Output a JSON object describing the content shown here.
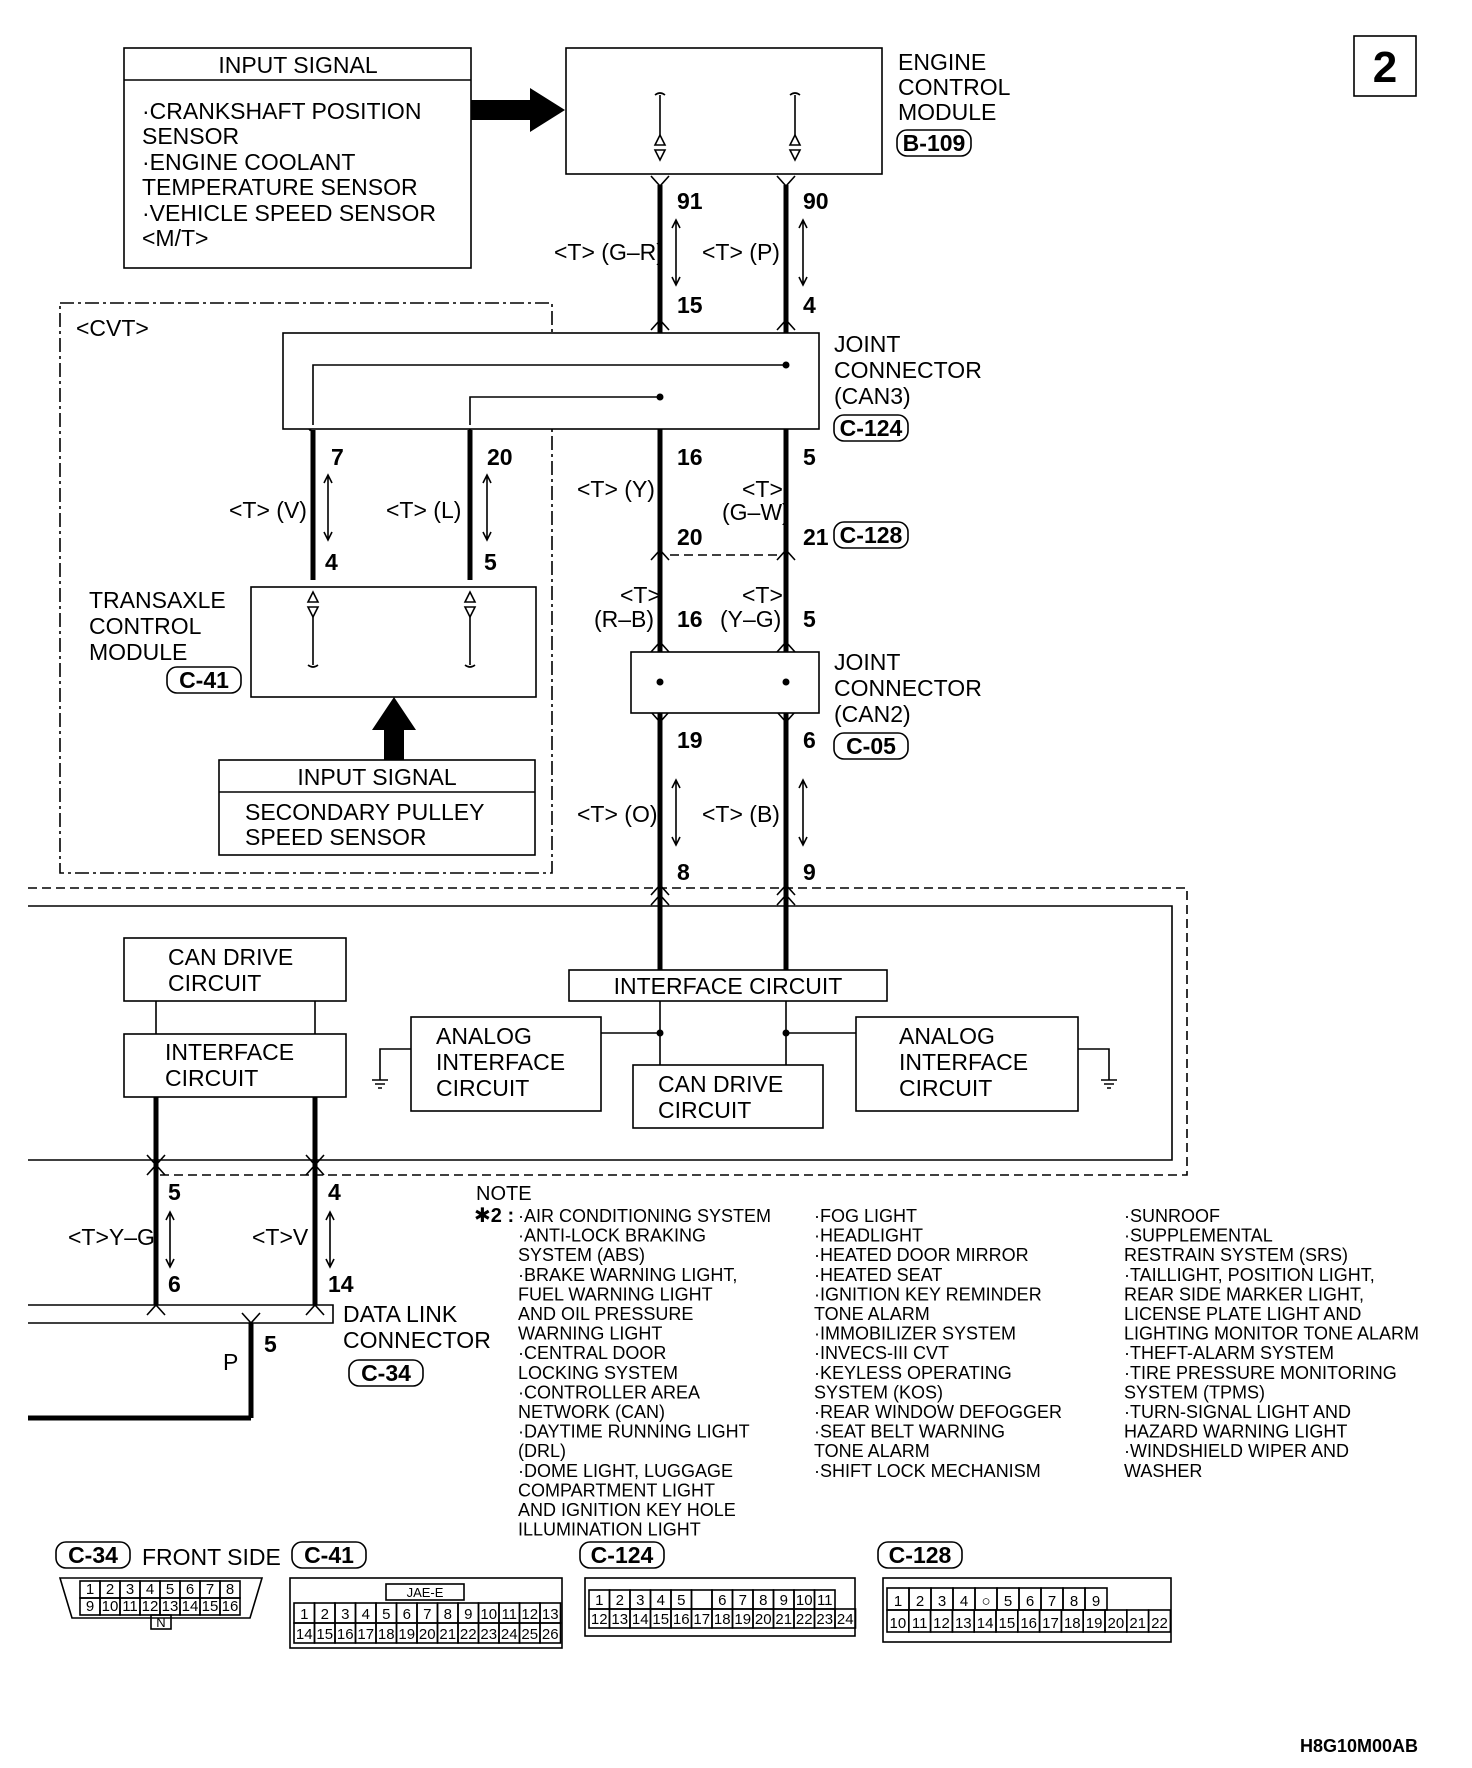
{
  "page_number": "2",
  "figure_code": "H8G10M00AB",
  "ecm": {
    "label_lines": [
      "ENGINE",
      "CONTROL",
      "MODULE"
    ],
    "connector": "B-109"
  },
  "input_signal_top": {
    "title": "INPUT SIGNAL",
    "lines": [
      "·CRANKSHAFT POSITION",
      " SENSOR",
      "·ENGINE COOLANT",
      " TEMPERATURE SENSOR",
      "·VEHICLE SPEED SENSOR",
      " <M/T>"
    ]
  },
  "cvt_label": "<CVT>",
  "joint_can3": {
    "label_lines": [
      "JOINT",
      "CONNECTOR",
      "(CAN3)"
    ],
    "connector": "C-124"
  },
  "joint_can2": {
    "label_lines": [
      "JOINT",
      "CONNECTOR",
      "(CAN2)"
    ],
    "connector": "C-05"
  },
  "c128_label": "C-128",
  "tcm": {
    "label_lines": [
      "TRANSAXLE",
      "CONTROL",
      "MODULE"
    ],
    "connector": "C-41"
  },
  "input_signal_cvt": {
    "title": "INPUT SIGNAL",
    "lines": [
      "SECONDARY PULLEY",
      "SPEED SENSOR"
    ]
  },
  "pins": {
    "p91": "91",
    "p90": "90",
    "p15": "15",
    "p4a": "4",
    "p7": "7",
    "p20a": "20",
    "p16a": "16",
    "p5a": "5",
    "p4b": "4",
    "p5b": "5",
    "p20b": "20",
    "p21": "21",
    "p16b": "16",
    "p5c": "5",
    "p19": "19",
    "p6a": "6",
    "p8": "8",
    "p9": "9",
    "p5d": "5",
    "p4c": "4",
    "p6b": "6",
    "p14": "14",
    "p5e": "5"
  },
  "wire_labels": {
    "gr": "<T> (G–R)",
    "p": "<T> (P)",
    "v": "<T> (V)",
    "l": "<T> (L)",
    "y": "<T> (Y)",
    "gw_top": "<T>",
    "gw_bottom": "(G–W)",
    "rb_top": "<T>",
    "rb_bottom": "(R–B)",
    "yg_top": "<T>",
    "yg_bottom": "(Y–G)",
    "o": "<T> (O)",
    "b": "<T> (B)",
    "yg_dlc": "<T>Y–G",
    "v_dlc": "<T>V",
    "p_dlc": "P"
  },
  "circuits": {
    "can_drive_left": [
      "CAN DRIVE",
      "CIRCUIT"
    ],
    "interface_left": [
      "INTERFACE",
      "CIRCUIT"
    ],
    "interface_center": "INTERFACE CIRCUIT",
    "analog_left": [
      "ANALOG",
      "INTERFACE",
      "CIRCUIT"
    ],
    "can_drive_center": [
      "CAN DRIVE",
      "CIRCUIT"
    ],
    "analog_right": [
      "ANALOG",
      "INTERFACE",
      "CIRCUIT"
    ]
  },
  "dlc": {
    "label_lines": [
      "DATA LINK",
      "CONNECTOR"
    ],
    "connector": "C-34"
  },
  "note": {
    "title": "NOTE",
    "marker": "✱2 :",
    "col1": [
      "·AIR CONDITIONING SYSTEM",
      "·ANTI-LOCK BRAKING",
      " SYSTEM (ABS)",
      "·BRAKE WARNING LIGHT,",
      " FUEL WARNING LIGHT",
      " AND OIL PRESSURE",
      " WARNING LIGHT",
      "·CENTRAL DOOR",
      " LOCKING SYSTEM",
      "·CONTROLLER AREA",
      " NETWORK (CAN)",
      "·DAYTIME RUNNING LIGHT",
      " (DRL)",
      "·DOME LIGHT, LUGGAGE",
      " COMPARTMENT LIGHT",
      " AND IGNITION KEY HOLE",
      " ILLUMINATION LIGHT"
    ],
    "col2": [
      "·FOG LIGHT",
      "·HEADLIGHT",
      "·HEATED DOOR MIRROR",
      "·HEATED SEAT",
      "·IGNITION KEY REMINDER",
      " TONE ALARM",
      "·IMMOBILIZER SYSTEM",
      "·INVECS-III CVT",
      "·KEYLESS OPERATING",
      " SYSTEM (KOS)",
      "·REAR WINDOW DEFOGGER",
      "·SEAT BELT WARNING",
      " TONE ALARM",
      "·SHIFT LOCK MECHANISM"
    ],
    "col3": [
      "·SUNROOF",
      "·SUPPLEMENTAL",
      " RESTRAIN SYSTEM (SRS)",
      "·TAILLIGHT, POSITION LIGHT,",
      " REAR SIDE MARKER LIGHT,",
      " LICENSE PLATE LIGHT AND",
      " LIGHTING MONITOR TONE ALARM",
      "·THEFT-ALARM SYSTEM",
      "·TIRE PRESSURE MONITORING",
      " SYSTEM (TPMS)",
      "·TURN-SIGNAL LIGHT AND",
      " HAZARD WARNING LIGHT",
      "·WINDSHIELD WIPER AND",
      " WASHER"
    ]
  },
  "connector_views": {
    "c34": {
      "label": "C-34",
      "side": "FRONT SIDE",
      "row1": [
        "1",
        "2",
        "3",
        "4",
        "5",
        "6",
        "7",
        "8"
      ],
      "row2": [
        "9",
        "10",
        "11",
        "12",
        "13",
        "14",
        "15",
        "16"
      ],
      "tag": "N"
    },
    "c41": {
      "label": "C-41",
      "tag": "JAE-E",
      "row1": [
        "1",
        "2",
        "3",
        "4",
        "5",
        "6",
        "7",
        "8",
        "9",
        "10",
        "11",
        "12",
        "13"
      ],
      "row2": [
        "14",
        "15",
        "16",
        "17",
        "18",
        "19",
        "20",
        "21",
        "22",
        "23",
        "24",
        "25",
        "26"
      ]
    },
    "c124": {
      "label": "C-124",
      "row1": [
        "1",
        "2",
        "3",
        "4",
        "5",
        "",
        "6",
        "7",
        "8",
        "9",
        "10",
        "11"
      ],
      "row2": [
        "12",
        "13",
        "14",
        "15",
        "16",
        "17",
        "18",
        "19",
        "20",
        "21",
        "22",
        "23",
        "24"
      ]
    },
    "c128": {
      "label": "C-128",
      "row1": [
        "1",
        "2",
        "3",
        "4",
        "○",
        "5",
        "6",
        "7",
        "8",
        "9"
      ],
      "row2": [
        "10",
        "11",
        "12",
        "13",
        "14",
        "15",
        "16",
        "17",
        "18",
        "19",
        "20",
        "21",
        "22"
      ]
    }
  }
}
